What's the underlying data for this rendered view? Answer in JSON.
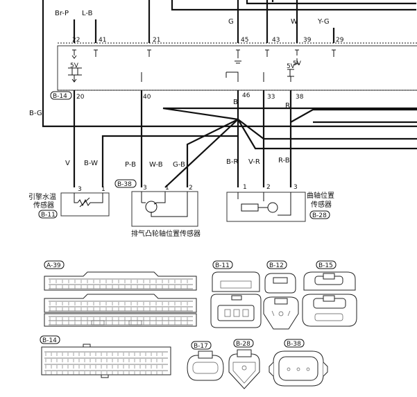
{
  "ecu": {
    "connector_tag": "B-14",
    "top_wire_colors": [
      "Br-P",
      "L-B",
      "G",
      "W",
      "Y-G"
    ],
    "top_pins": [
      "22",
      "41",
      "21",
      "45",
      "43",
      "39",
      "29"
    ],
    "bottom_pins": [
      "20",
      "40",
      "46",
      "33",
      "38"
    ],
    "inner_5v_left": "5V",
    "inner_5v_right": "5V",
    "inner_5v_bottom": "5V"
  },
  "wires": {
    "bg": "B-G",
    "b": "B",
    "r": "R",
    "v": "V",
    "bw": "B-W",
    "pb": "P-B",
    "wb": "W-B",
    "gb": "G-B",
    "br": "B-R",
    "vr": "V-R",
    "rb": "R-B"
  },
  "sensors": {
    "coolant": {
      "name_line1": "引擎水温",
      "name_line2": "传感器",
      "tag": "B-11",
      "pin_a": "3",
      "pin_b": "1"
    },
    "cam": {
      "name": "排气凸轮轴位置传感器",
      "tag": "B-38",
      "pins": [
        "3",
        "1",
        "2"
      ]
    },
    "crank": {
      "name_line1": "曲轴位置",
      "name_line2": "传感器",
      "tag": "B-28",
      "pins": [
        "1",
        "2",
        "3"
      ]
    }
  },
  "connectors": {
    "a39": "A-39",
    "b14": "B-14",
    "b11": "B-11",
    "b12": "B-12",
    "b15": "B-15",
    "b17": "B-17",
    "b28": "B-28",
    "b38": "B-38"
  }
}
